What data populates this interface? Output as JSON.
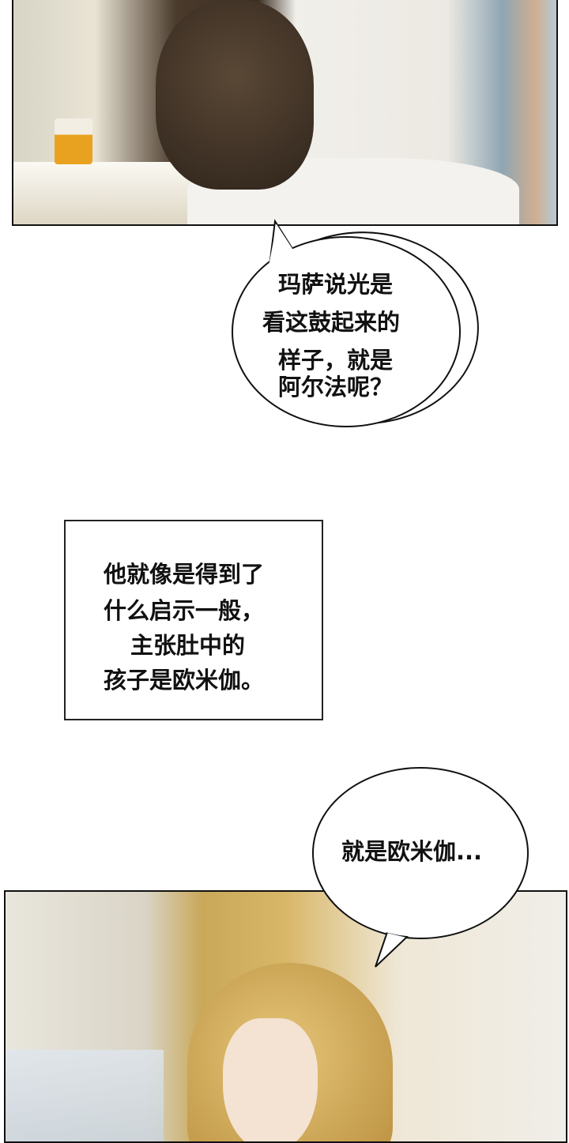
{
  "bubble_1": {
    "lines": [
      "玛萨说光是",
      "看这鼓起来的",
      "样子，就是",
      "阿尔法呢？"
    ]
  },
  "caption": {
    "lines": [
      "他就像是得到了",
      "什么启示一般，",
      "主张肚中的",
      "孩子是欧米伽。"
    ]
  },
  "bubble_2": {
    "text": "就是欧米伽..."
  }
}
